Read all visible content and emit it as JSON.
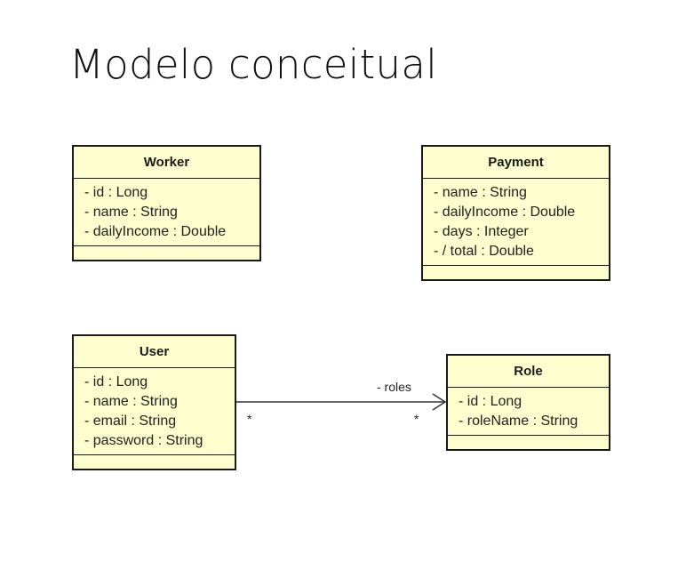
{
  "title": "Modelo conceitual",
  "classes": {
    "worker": {
      "name": "Worker",
      "attributes": [
        "- id : Long",
        "- name : String",
        "- dailyIncome : Double"
      ]
    },
    "payment": {
      "name": "Payment",
      "attributes": [
        "- name : String",
        "- dailyIncome : Double",
        "- days : Integer",
        "- / total : Double"
      ]
    },
    "user": {
      "name": "User",
      "attributes": [
        "- id : Long",
        "- name : String",
        "- email : String",
        "- password : String"
      ]
    },
    "role": {
      "name": "Role",
      "attributes": [
        "- id : Long",
        "- roleName : String"
      ]
    }
  },
  "association": {
    "role_name": "- roles",
    "source_multiplicity": "*",
    "target_multiplicity": "*"
  },
  "colors": {
    "class_fill": "#fefdcd",
    "border": "#1a1a1a"
  }
}
